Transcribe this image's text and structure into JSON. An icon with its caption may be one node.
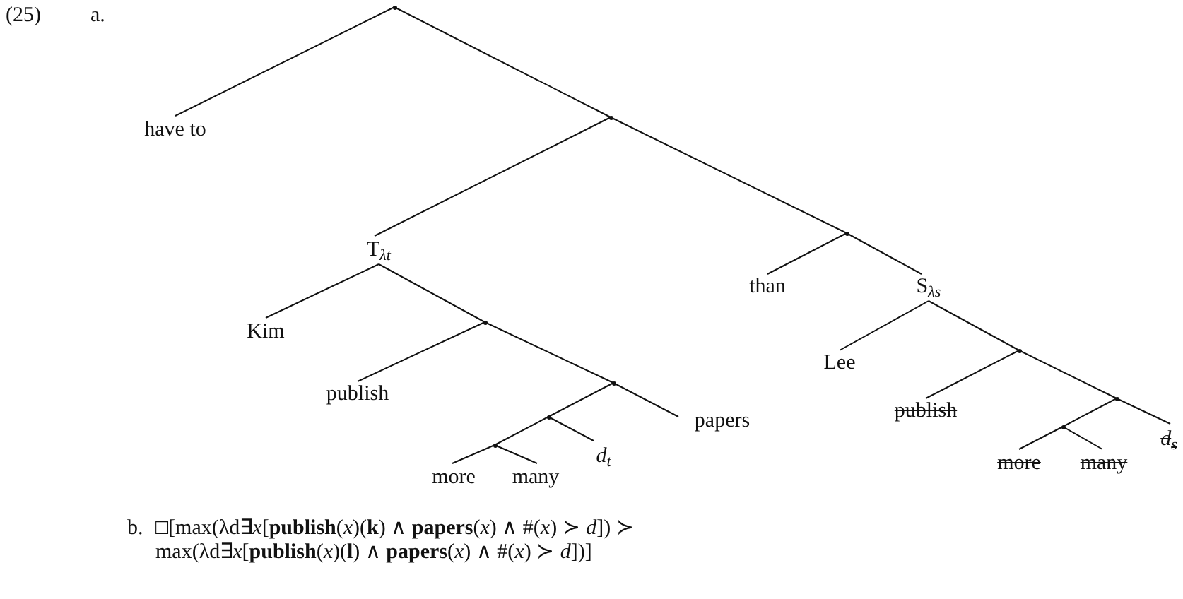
{
  "diagram": {
    "nodes": [
      {
        "text": [],
        "shape": "point"
      },
      {
        "text": [
          "have to"
        ]
      },
      {
        "text": [],
        "shape": "point"
      },
      {
        "text": [
          "T$_{λt}$"
        ]
      },
      {
        "text": [],
        "shape": "point"
      },
      {
        "text": [
          "than"
        ]
      },
      {
        "text": [
          "S$_{λs}$"
        ]
      },
      {
        "text": [
          "Kim"
        ]
      },
      {
        "text": [],
        "shape": "point"
      },
      {
        "text": [
          "Lee"
        ]
      },
      {
        "text": [
          "publish"
        ]
      },
      {
        "text": [],
        "shape": "point"
      },
      {
        "text": [
          "publish"
        ]
      },
      {
        "text": [],
        "shape": "point"
      },
      {
        "text": [],
        "shape": "point"
      },
      {
        "text": [
          "papers"
        ]
      },
      {
        "text": [],
        "shape": "point"
      },
      {
        "text": [],
        "shape": "point"
      },
      {
        "text": [
          "d$_{t}$"
        ]
      },
      {
        "text": [],
        "shape": "point"
      },
      {
        "text": [
          "d$_{s}$"
        ]
      },
      {
        "text": [
          "more"
        ]
      },
      {
        "text": [
          "many"
        ]
      },
      {
        "text": [
          "more"
        ]
      },
      {
        "text": [
          "many"
        ]
      }
    ],
    "edges": [
      {
        "from": 0,
        "to": 1,
        "arrow": "none"
      },
      {
        "from": 0,
        "to": 2,
        "arrow": "none"
      },
      {
        "from": 2,
        "to": 3,
        "arrow": "none"
      },
      {
        "from": 2,
        "to": 4,
        "arrow": "none"
      },
      {
        "from": 4,
        "to": 5,
        "arrow": "none"
      },
      {
        "from": 4,
        "to": 6,
        "arrow": "none"
      },
      {
        "from": 3,
        "to": 7,
        "arrow": "none"
      },
      {
        "from": 3,
        "to": 8,
        "arrow": "none"
      },
      {
        "from": 8,
        "to": 10,
        "arrow": "none"
      },
      {
        "from": 8,
        "to": 11,
        "arrow": "none"
      },
      {
        "from": 11,
        "to": 14,
        "arrow": "none"
      },
      {
        "from": 11,
        "to": 15,
        "arrow": "none"
      },
      {
        "from": 14,
        "to": 17,
        "arrow": "none"
      },
      {
        "from": 14,
        "to": 18,
        "arrow": "none"
      },
      {
        "from": 17,
        "to": 21,
        "arrow": "none"
      },
      {
        "from": 17,
        "to": 22,
        "arrow": "none"
      },
      {
        "from": 6,
        "to": 9,
        "arrow": "none"
      },
      {
        "from": 6,
        "to": 13,
        "arrow": "none"
      },
      {
        "from": 13,
        "to": 12,
        "arrow": "none"
      },
      {
        "from": 13,
        "to": 16,
        "arrow": "none"
      },
      {
        "from": 16,
        "to": 19,
        "arrow": "none"
      },
      {
        "from": 16,
        "to": 20,
        "arrow": "none"
      },
      {
        "from": 19,
        "to": 23,
        "arrow": "none"
      },
      {
        "from": 19,
        "to": 24,
        "arrow": "none"
      }
    ],
    "labels": [
      "(25)",
      "a.",
      "b.",
      "□[max(λd∃*x*[**publish**(*x*)(**k**) ∧ **papers**(*x*) ∧ #(*x*) ≻ *d*]) ≻",
      "max(λd∃*x*[**publish**(*x*)(**l**) ∧ **papers**(*x*) ∧ #(*x*) ≻ *d*])]"
    ]
  }
}
